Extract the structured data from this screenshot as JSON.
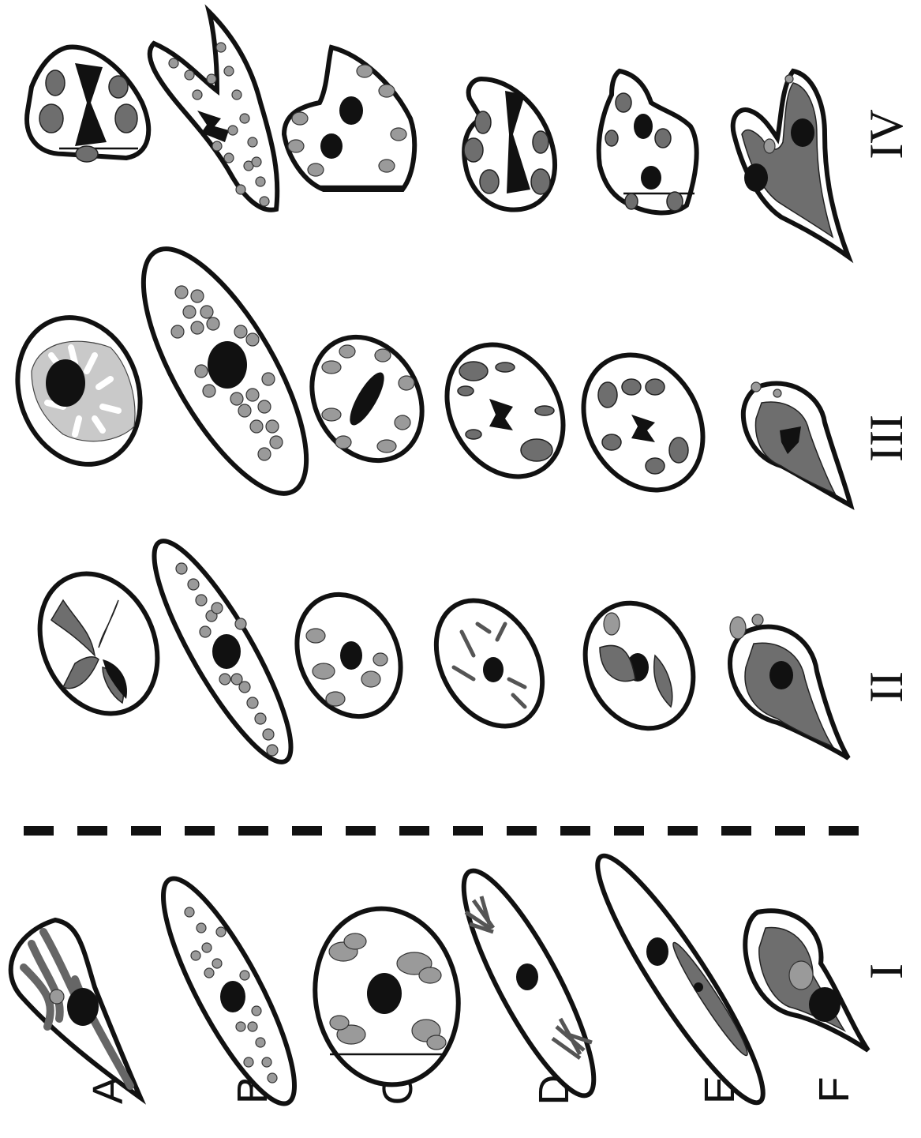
{
  "figure": {
    "row_labels": [
      "A",
      "B",
      "C",
      "D",
      "E",
      "F"
    ],
    "column_labels": [
      "I",
      "II",
      "III",
      "IV"
    ],
    "colors": {
      "outline": "#111111",
      "nucleus": "#111111",
      "organelle": "#6e6e6e",
      "background": "#ffffff"
    }
  }
}
